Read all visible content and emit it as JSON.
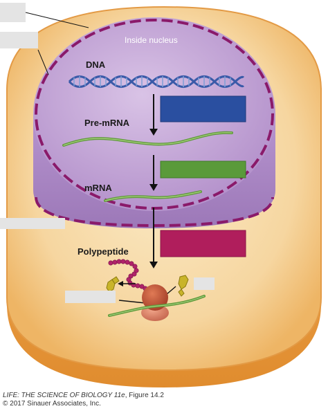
{
  "diagram": {
    "nucleus_label": "Inside nucleus",
    "stages": {
      "dna": "DNA",
      "pre_mrna": "Pre-mRNA",
      "mrna": "mRNA",
      "polypeptide": "Polypeptide"
    },
    "colors": {
      "cell_fill": "#f6d9a8",
      "cell_rim": "#e9a24a",
      "nucleus_fill": "#c6a8d8",
      "nucleus_envelope": "#8a1a6a",
      "dna_strand": "#3a5aa8",
      "rna_strand": "#5f9a3a",
      "label_box_blue": "#2a4fa0",
      "label_box_green": "#5a9a3a",
      "label_box_magenta": "#b01e5c",
      "ribosome": "#c0563a",
      "polypeptide_beads": "#b0236a",
      "trna": "#c9b42a",
      "blank_label": "#e4e4e4"
    }
  },
  "caption": {
    "title": "LIFE: THE SCIENCE OF BIOLOGY 11e",
    "figure": ", Figure 14.2",
    "copyright": "© 2017 Sinauer Associates, Inc."
  }
}
